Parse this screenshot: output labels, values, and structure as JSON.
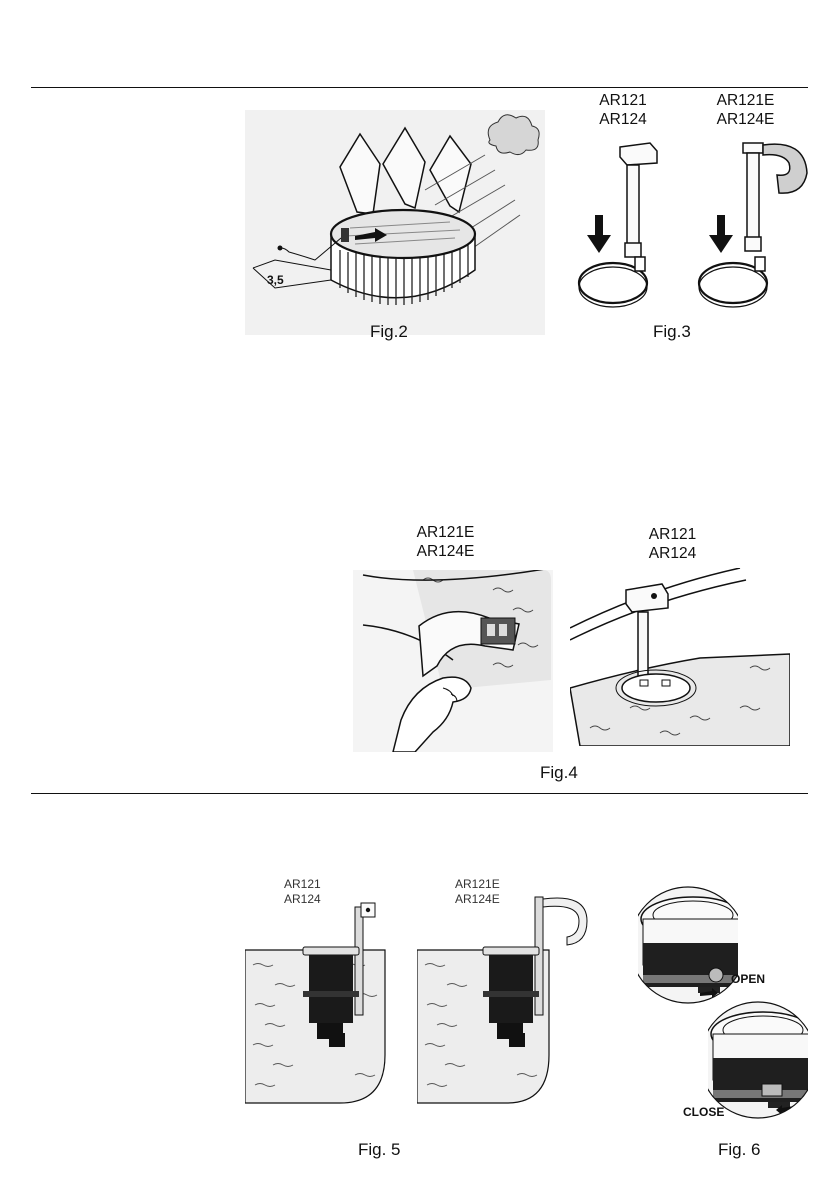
{
  "figures": {
    "fig2": {
      "caption": "Fig.2",
      "distance_label": "3,5"
    },
    "fig3": {
      "caption": "Fig.3",
      "left_models": [
        "AR121",
        "AR124"
      ],
      "right_models": [
        "AR121E",
        "AR124E"
      ]
    },
    "fig4": {
      "caption": "Fig.4",
      "left_models": [
        "AR121E",
        "AR124E"
      ],
      "right_models": [
        "AR121",
        "AR124"
      ]
    },
    "fig5": {
      "caption": "Fig. 5",
      "left_models": [
        "AR121",
        "AR124"
      ],
      "right_models": [
        "AR121E",
        "AR124E"
      ]
    },
    "fig6": {
      "caption": "Fig. 6",
      "open_label": "OPEN",
      "close_label": "CLOSE"
    }
  },
  "colors": {
    "ink": "#111111",
    "water": "#e9e9e9",
    "device": "#1a1a1a"
  }
}
